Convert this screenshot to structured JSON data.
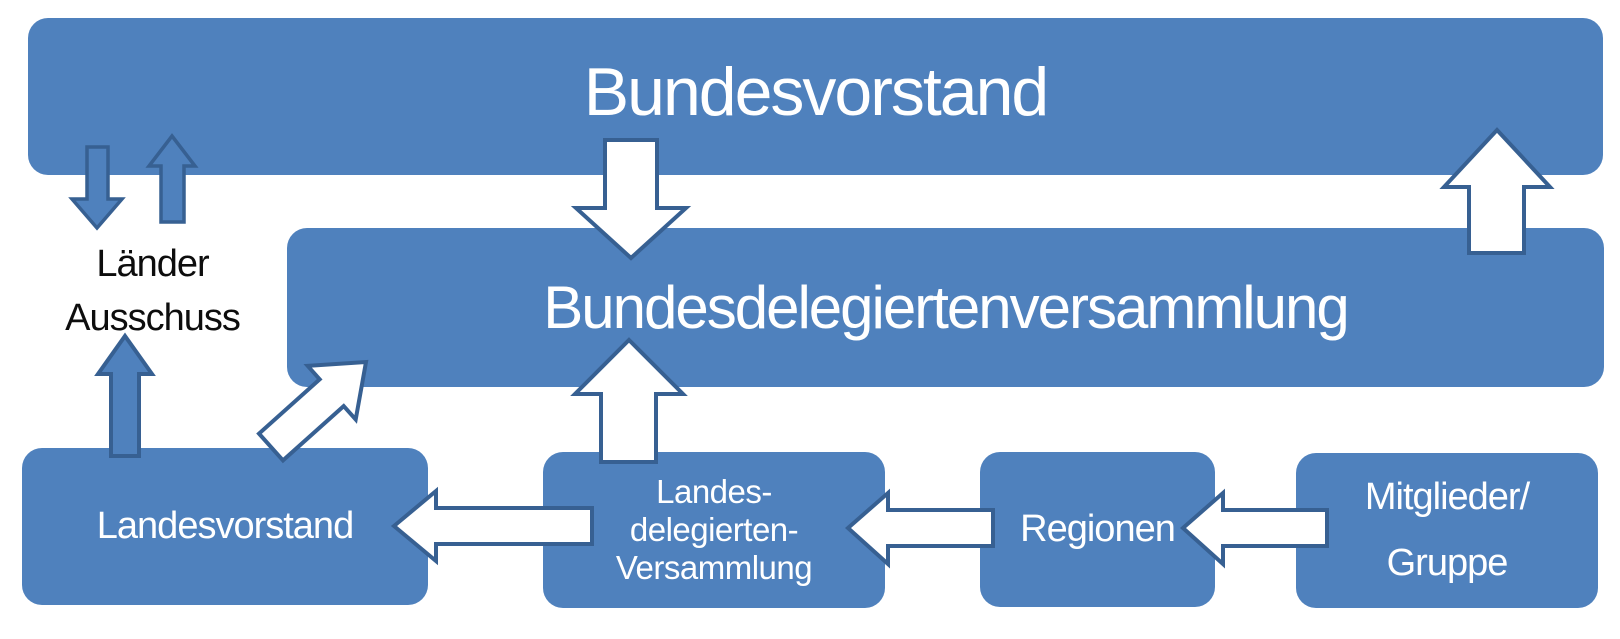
{
  "diagram": {
    "type": "organization-flow-diagram",
    "colors": {
      "node_fill": "#4f81bd",
      "arrow_outline": "#376092",
      "white_arrow_fill": "#ffffff",
      "blue_arrow_fill": "#4f81bd",
      "node_text": "#ffffff",
      "label_text": "#0d0d0d",
      "background": "#ffffff"
    },
    "nodes": {
      "bundesvorstand": {
        "label": "Bundesvorstand"
      },
      "bundesdelegiertenversammlung": {
        "label": "Bundesdelegiertenversammlung"
      },
      "laender_ausschuss": {
        "line1": "Länder",
        "line2": "Ausschuss"
      },
      "landesvorstand": {
        "label": "Landesvorstand"
      },
      "landes_delegierten_versammlung": {
        "line1": "Landes-",
        "line2": "delegierten-",
        "line3": "Versammlung"
      },
      "regionen": {
        "label": "Regionen"
      },
      "mitglieder_gruppe": {
        "line1": "Mitglieder/",
        "line2": "Gruppe"
      }
    },
    "arrows": [
      {
        "name": "bundesvorstand-to-laender-ausschuss",
        "direction": "down",
        "style": "blue"
      },
      {
        "name": "laender-ausschuss-to-bundesvorstand",
        "direction": "up",
        "style": "blue"
      },
      {
        "name": "landesvorstand-to-laender-ausschuss",
        "direction": "up",
        "style": "blue"
      },
      {
        "name": "bundesvorstand-to-bundesdelegiertenversammlung",
        "direction": "down",
        "style": "white"
      },
      {
        "name": "bundesdelegiertenversammlung-to-bundesvorstand",
        "direction": "up",
        "style": "white"
      },
      {
        "name": "landesvorstand-to-bundesdelegiertenversammlung",
        "direction": "up-right",
        "style": "white"
      },
      {
        "name": "landes-delegierten-versammlung-to-bundesdelegiertenversammlung",
        "direction": "up",
        "style": "white"
      },
      {
        "name": "landes-delegierten-versammlung-to-landesvorstand",
        "direction": "left",
        "style": "white"
      },
      {
        "name": "regionen-to-landes-delegierten-versammlung",
        "direction": "left",
        "style": "white"
      },
      {
        "name": "mitglieder-gruppe-to-regionen",
        "direction": "left",
        "style": "white"
      }
    ]
  }
}
